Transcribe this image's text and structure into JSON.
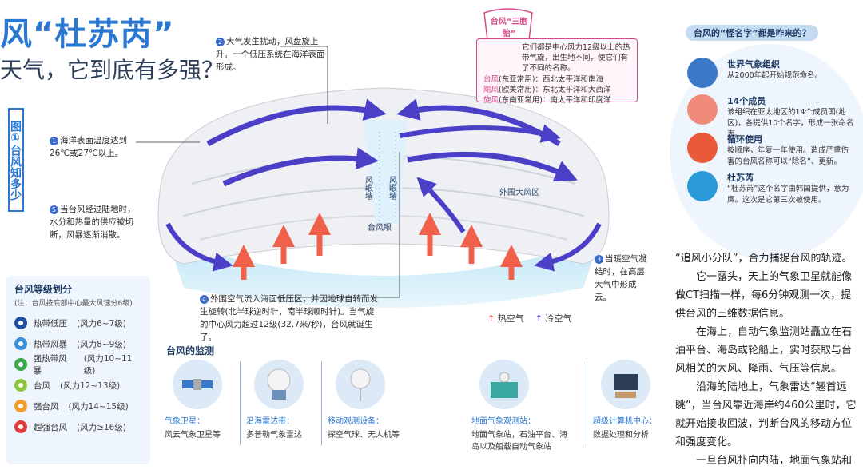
{
  "title": {
    "main": "风“杜苏芮”",
    "sub": "天气，它到底有多强？"
  },
  "side_tab": "图①台风知多少",
  "steps": {
    "s1": {
      "num": "1",
      "text": "海洋表面温度达到26℃或27℃以上。"
    },
    "s2": {
      "num": "2",
      "text": "大气发生扰动，风盘旋上升。一个低压系统在海洋表面形成。"
    },
    "s3": {
      "num": "3",
      "text": "当暖空气凝结时，在高层大气中形成云。"
    },
    "s4": {
      "num": "4",
      "text": "外围空气流入海面低压区，并因地球自转而发生旋转(北半球逆时针，南半球顺时针)。当气旋的中心风力超过12级(32.7米/秒)，台风就诞生了。"
    },
    "s5": {
      "num": "5",
      "text": "当台风经过陆地时，水分和热量的供应被切断，风暴逐渐消散。"
    }
  },
  "diagram_labels": {
    "eyewall_left": "风眼墙",
    "eyewall_right": "风眼墙",
    "eye": "台风眼",
    "outer": "外围大风区"
  },
  "callout": {
    "badge": "台风“三胞胎”",
    "intro": "它们都是中心风力12级以上的热带气旋，出生地不同，使它们有了不同的名称。",
    "rows": [
      {
        "name": "台风",
        "usage": "东亚常用",
        "region": "西北太平洋和南海"
      },
      {
        "name": "飓风",
        "usage": "欧美常用",
        "region": "东北太平洋和大西洋"
      },
      {
        "name": "旋风",
        "usage": "东南亚常用",
        "region": "南太平洋和印度洋"
      }
    ]
  },
  "temp_legend": {
    "hot": "热空气",
    "cold": "冷空气"
  },
  "levels": {
    "title": "台风等级划分",
    "note": "(注：台风按底部中心最大风速分6级)",
    "items": [
      {
        "name": "热带低压",
        "force": "(风力6~7级)",
        "color": "#1f4fa0"
      },
      {
        "name": "热带风暴",
        "force": "(风力8~9级)",
        "color": "#3a8fd8"
      },
      {
        "name": "强热带风暴",
        "force": "(风力10~11级)",
        "color": "#3aa84a"
      },
      {
        "name": "台风",
        "force": "(风力12~13级)",
        "color": "#8cc63e"
      },
      {
        "name": "强台风",
        "force": "(风力14~15级)",
        "color": "#f29b2b"
      },
      {
        "name": "超强台风",
        "force": "(风力≥16级)",
        "color": "#e23b3b"
      }
    ]
  },
  "monitoring": {
    "title": "台风的监测",
    "items": [
      {
        "cap1": "气象卫星：",
        "cap2": "风云气象卫星等"
      },
      {
        "cap1": "沿海雷达带：",
        "cap2": "多普勒气象雷达"
      },
      {
        "cap1": "移动观测设备：",
        "cap2": "探空气球、无人机等"
      },
      {
        "cap1": "地面气象观测站：",
        "cap2": "地面气象站，石油平台、海岛以及船载自动气象站"
      },
      {
        "cap1": "超级计算机中心：",
        "cap2": "数据处理和分析"
      }
    ]
  },
  "right_panel": {
    "head": "台风的“怪名字”都是咋来的？",
    "items": [
      {
        "h": "世界气象组织",
        "d": "从2000年起开始规范命名。",
        "color": "#3a78c8"
      },
      {
        "h": "14个成员",
        "d": "该组织在亚太地区的14个成员国(地区)，各提供10个名字，形成一张命名表。",
        "color": "#f08a7a"
      },
      {
        "h": "循环使用",
        "d": "按顺序，年复一年使用。造成严重伤害的台风名称可以“除名”、更新。",
        "color": "#e85a3a"
      },
      {
        "h": "杜苏芮",
        "d": "“杜苏芮”这个名字由韩国提供，意为鹰。这次是它第三次被使用。",
        "color": "#2a9ad8"
      }
    ]
  },
  "article": {
    "p1": "“追风小分队”，合力捕捉台风的轨迹。",
    "p2": "它一露头，天上的气象卫星就能像做CT扫描一样，每6分钟观测一次，提供台风的三维数据信息。",
    "p3": "在海上，自动气象监测站矗立在石油平台、海岛或轮船上，实时获取与台风相关的大风、降雨、气压等信息。",
    "p4": "沿海的陆地上，气象雷达“翘首远眺”，当台风靠近海岸约460公里时，它就开始接收回波，判断台风的移动方位和强度变化。",
    "p5": "一旦台风扑向内陆，地面气象站和各种探空设备也开始发力……"
  }
}
